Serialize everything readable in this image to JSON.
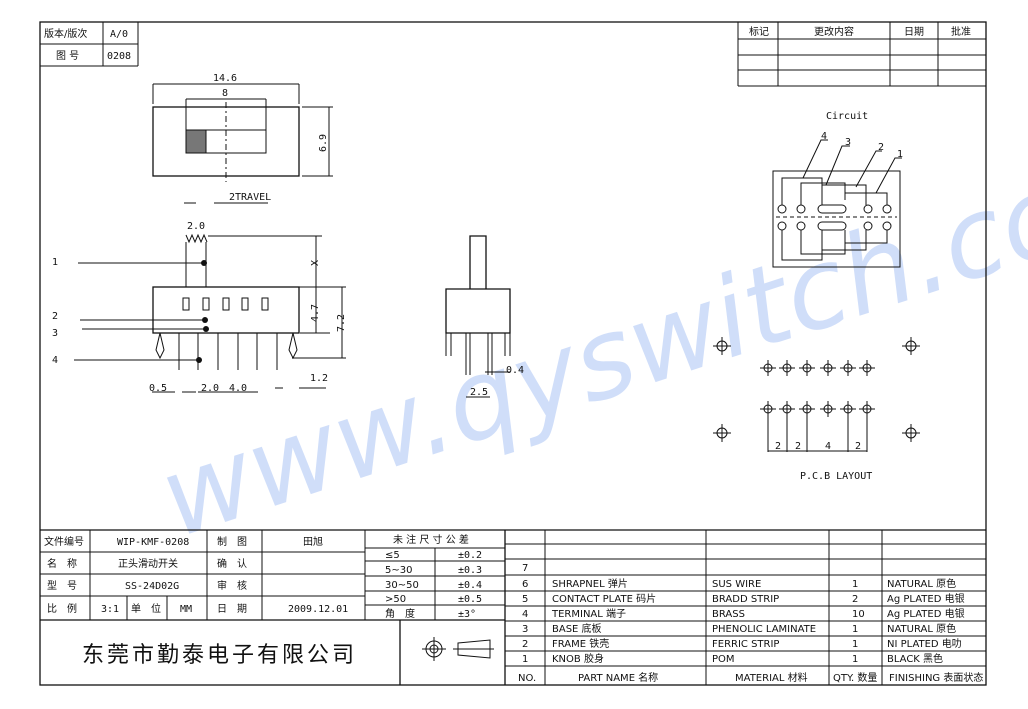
{
  "header": {
    "version_label": "版本/版次",
    "version_value": "A/0",
    "drawing_no_label": "图 号",
    "drawing_no_value": "0208"
  },
  "revision_table": {
    "headers": [
      "标记",
      "更改内容",
      "日期",
      "批准"
    ]
  },
  "watermark": "www.qyswitch.com",
  "top_view": {
    "dim_width": "14.6",
    "dim_slot": "8",
    "dim_height": "6.9"
  },
  "front_view": {
    "travel": "2TRAVEL",
    "dim_knob": "2.0",
    "dim_x": "X",
    "dim_47": "4.7",
    "dim_72": "7.2",
    "dim_05": "0.5",
    "dim_20": "2.0",
    "dim_40": "4.0",
    "dim_12": "1.2",
    "callouts": [
      "1",
      "2",
      "3",
      "4"
    ]
  },
  "side_view": {
    "dim_04": "0.4",
    "dim_25": "2.5"
  },
  "circuit": {
    "title": "Circuit",
    "callouts": [
      "4",
      "3",
      "2",
      "1"
    ]
  },
  "pcb": {
    "title": "P.C.B LAYOUT",
    "dims": [
      "2",
      "2",
      "4",
      "2"
    ]
  },
  "title_block": {
    "file_no_label": "文件编号",
    "file_no": "WIP-KMF-0208",
    "drawn_label": "制　图",
    "drawn_by": "田旭",
    "name_label": "名　称",
    "name": "正头滑动开关",
    "confirm_label": "确　认",
    "confirm": "",
    "model_label": "型　号",
    "model": "SS-24D02G",
    "review_label": "审　核",
    "review": "",
    "scale_label": "比　例",
    "scale": "3:1",
    "unit_label": "单　位",
    "unit": "MM",
    "date_label": "日　期",
    "date": "2009.12.01",
    "company": "东莞市勤泰电子有限公司"
  },
  "tolerance": {
    "title": "未 注 尺 寸 公 差",
    "rows": [
      [
        "≤5",
        "±0.2"
      ],
      [
        "5~30",
        "±0.3"
      ],
      [
        "30~50",
        "±0.4"
      ],
      [
        ">50",
        "±0.5"
      ],
      [
        "角　度",
        "±3°"
      ]
    ]
  },
  "bom": {
    "headers": [
      "NO.",
      "PART  NAME  名称",
      "MATERIAL 材料",
      "QTY. 数量",
      "FINISHING 表面状态"
    ],
    "rows": [
      [
        "",
        "",
        "",
        "",
        ""
      ],
      [
        "",
        "",
        "",
        "",
        ""
      ],
      [
        "7",
        "",
        "",
        "",
        ""
      ],
      [
        "6",
        "SHRAPNEL  弹片",
        "SUS WIRE",
        "1",
        "NATURAL 原色"
      ],
      [
        "5",
        "CONTACT PLATE  码片",
        "BRADD STRIP",
        "2",
        "Ag PLATED  电银"
      ],
      [
        "4",
        "TERMINAL  端子",
        "BRASS",
        "10",
        "Ag PLATED  电银"
      ],
      [
        "3",
        "BASE  底板",
        "PHENOLIC LAMINATE",
        "1",
        "NATURAL 原色"
      ],
      [
        "2",
        "FRAME  铁壳",
        "FERRIC STRIP",
        "1",
        "NI PLATED 电叻"
      ],
      [
        "1",
        "KNOB  胶身",
        "POM",
        "1",
        "BLACK 黑色"
      ]
    ]
  }
}
